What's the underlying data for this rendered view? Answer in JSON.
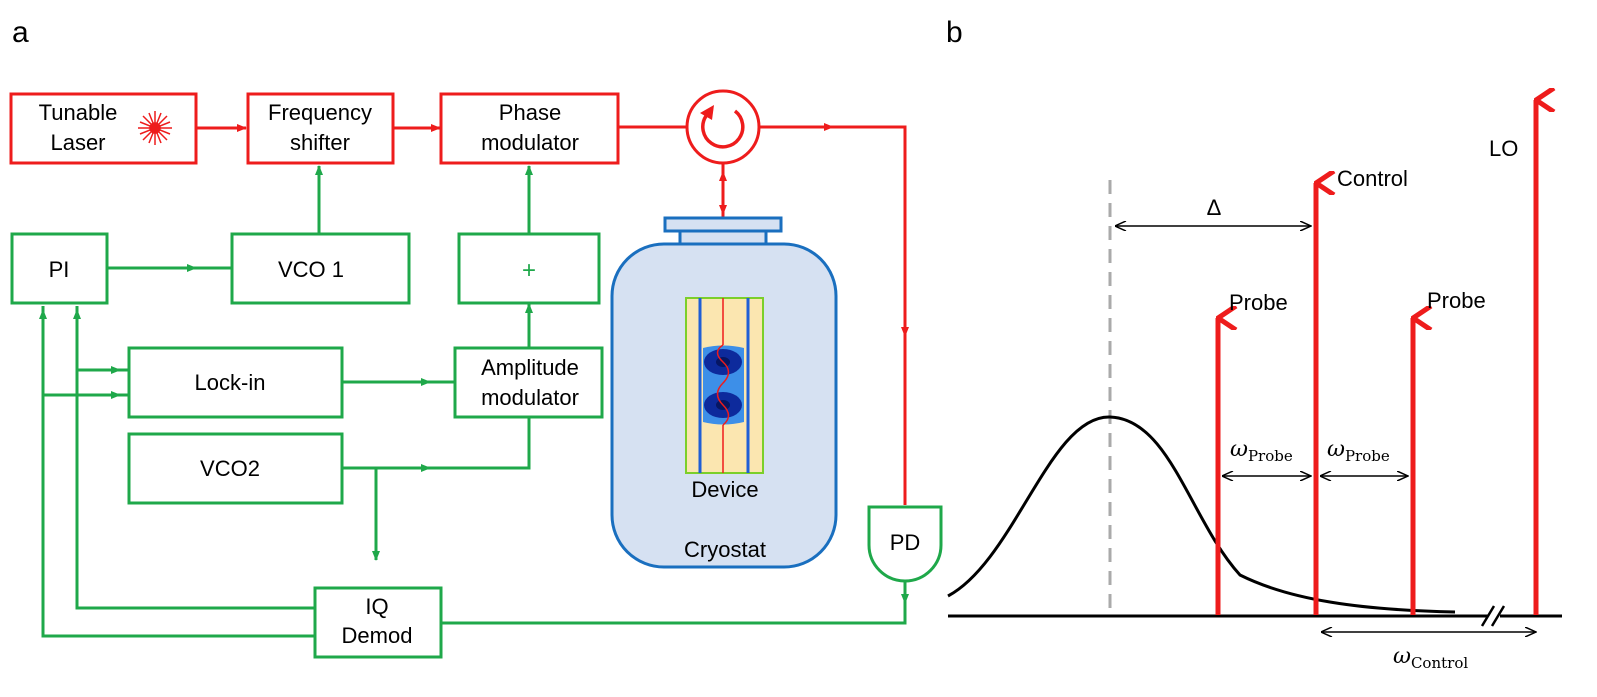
{
  "panels": {
    "a": "a",
    "b": "b"
  },
  "blocks": {
    "laser_line1": "Tunable",
    "laser_line2": "Laser",
    "freq_line1": "Frequency",
    "freq_line2": "shifter",
    "phase_line1": "Phase",
    "phase_line2": "modulator",
    "pi": "PI",
    "vco1": "VCO 1",
    "adder": "+",
    "lockin": "Lock-in",
    "amp_line1": "Amplitude",
    "amp_line2": "modulator",
    "vco2": "VCO2",
    "iq_line1": "IQ",
    "iq_line2": "Demod",
    "pd": "PD",
    "device": "Device",
    "cryostat": "Cryostat"
  },
  "spectrum": {
    "delta": "Δ",
    "control": "Control",
    "lo": "LO",
    "probe_left": "Probe",
    "probe_right": "Probe",
    "omega_symbol": "ω",
    "omega_probe_sub": "Probe",
    "omega_control_sub": "Control"
  },
  "colors": {
    "optical": "#ee1c1c",
    "electrical": "#1fa84a",
    "cryostat_border": "#1a6fbf",
    "cryostat_fill": "#d6e1f2",
    "device_fill": "#fbe6b0",
    "mode": "#1f5fd6",
    "dashed": "#aaaaaa"
  }
}
